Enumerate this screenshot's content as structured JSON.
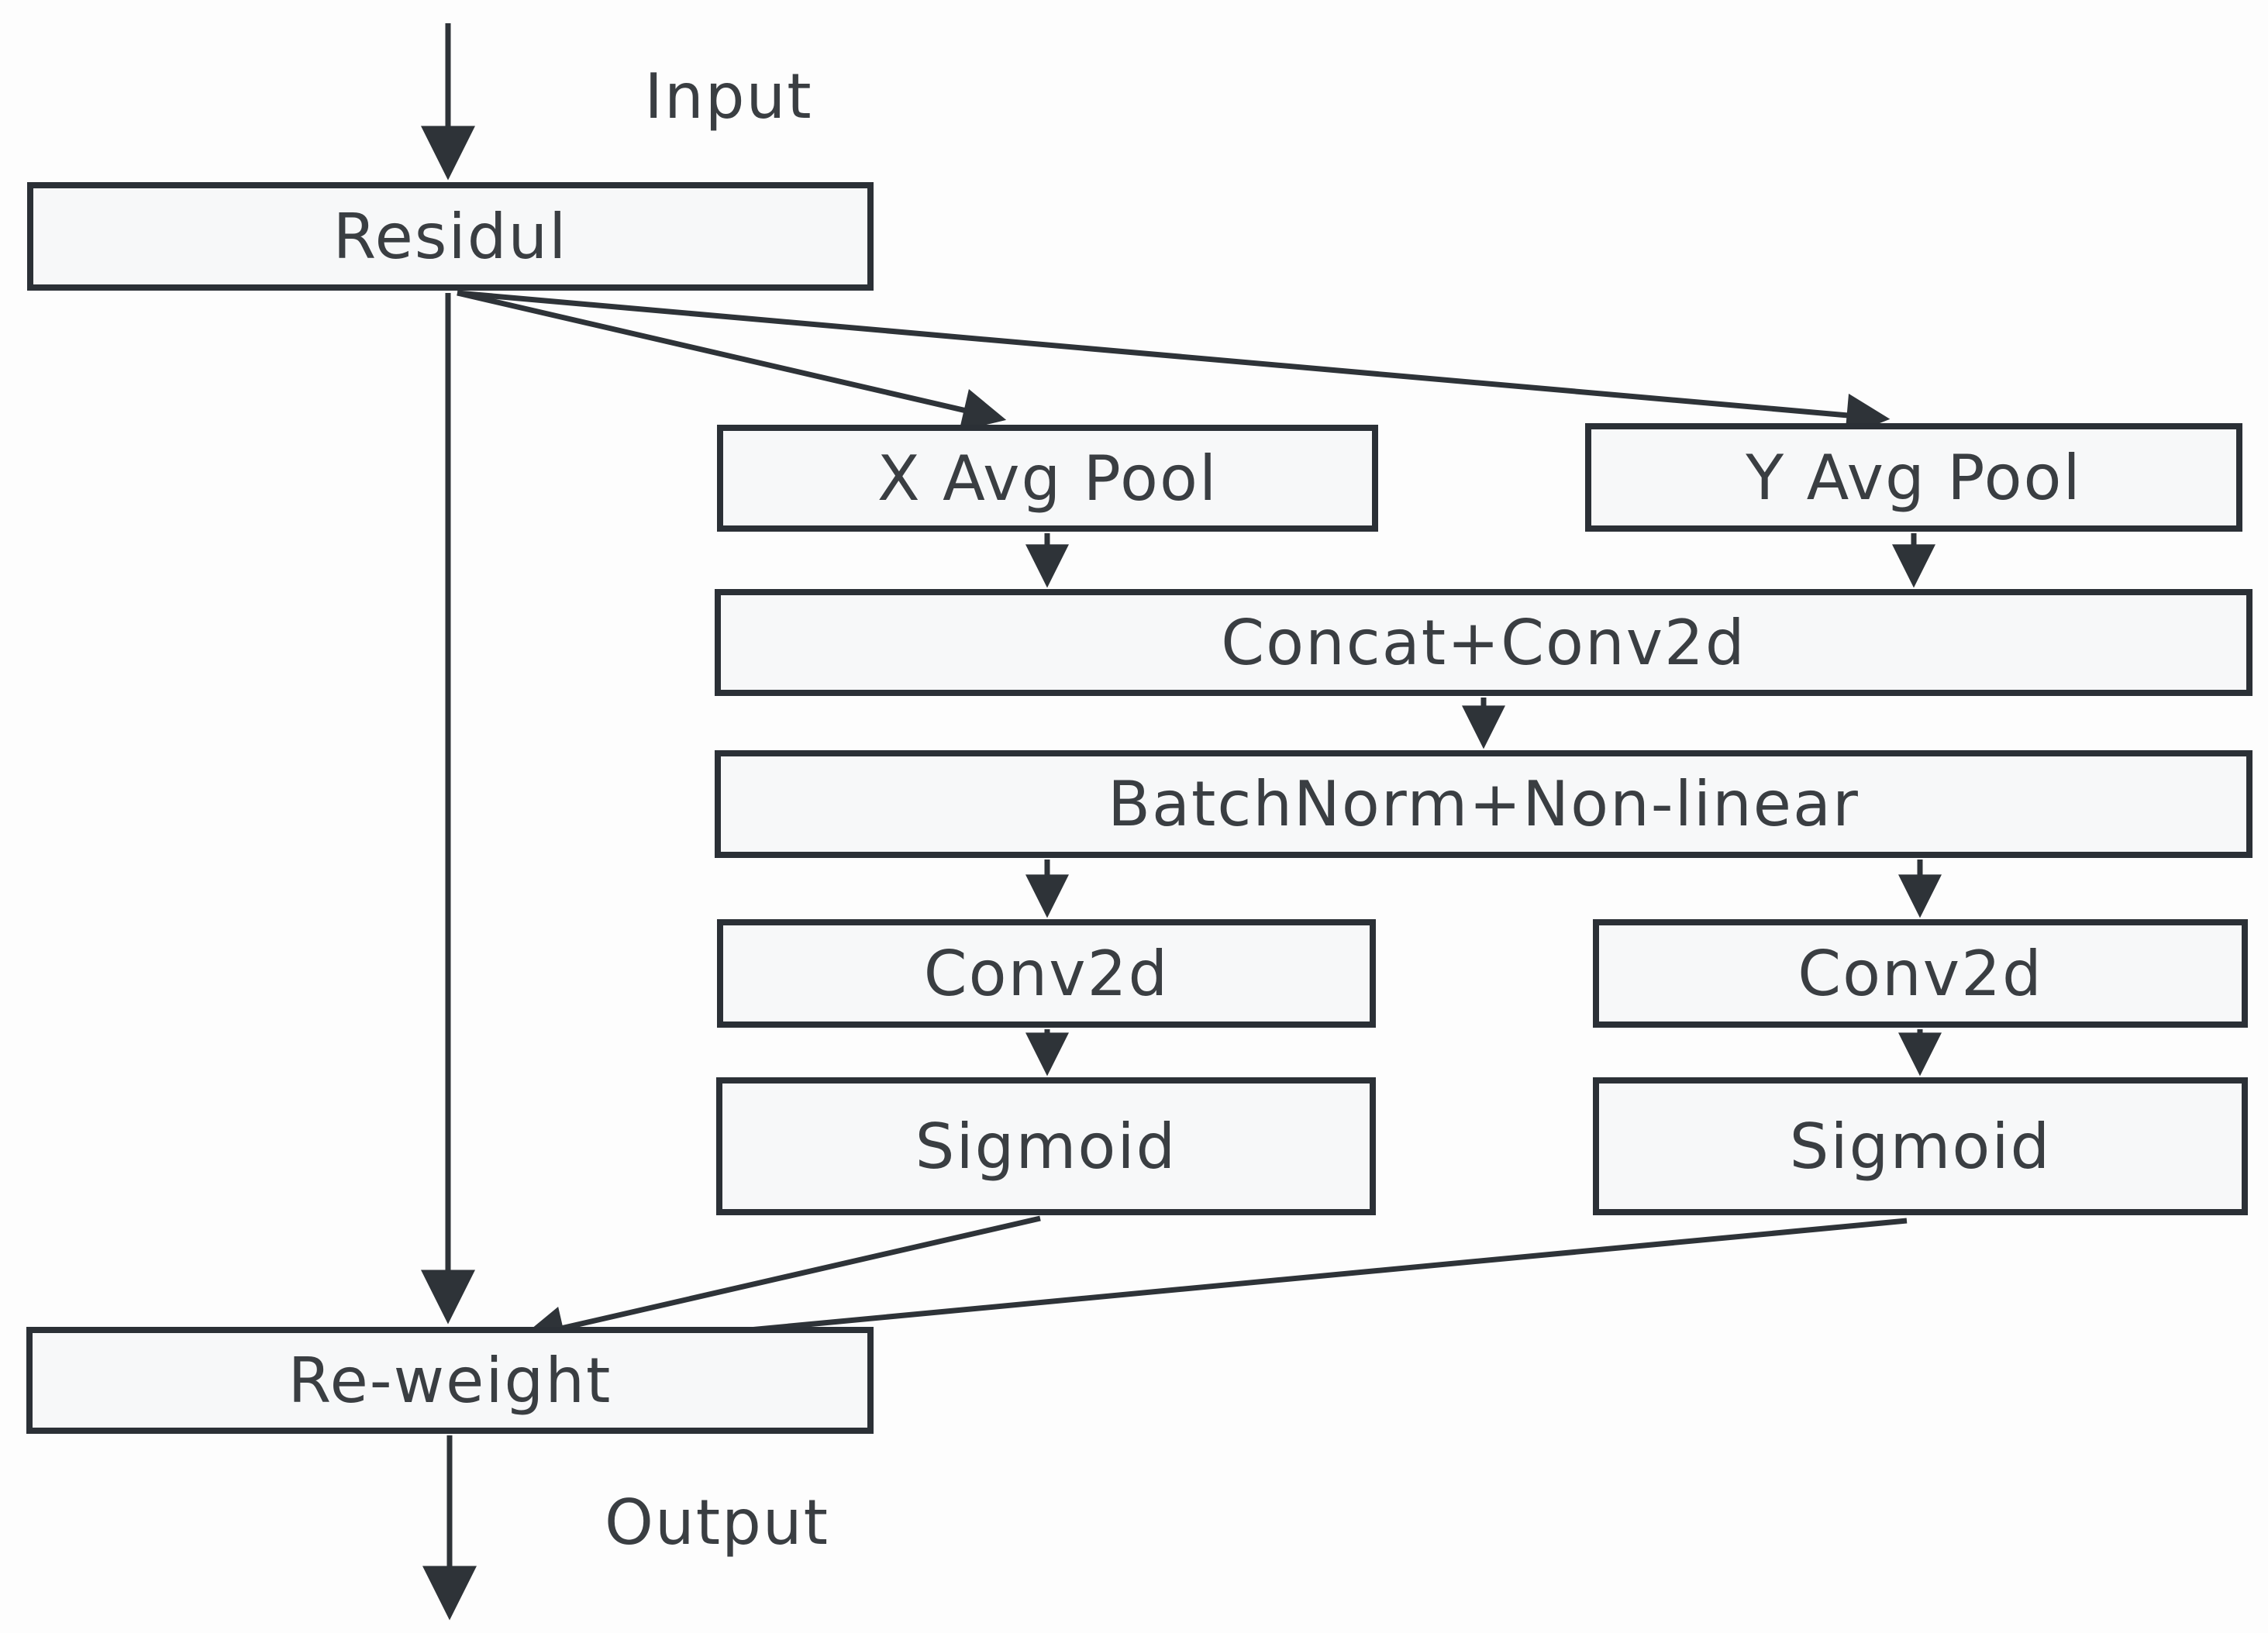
{
  "labels": {
    "input": "Input",
    "output": "Output"
  },
  "nodes": {
    "residual": {
      "label": "Residul"
    },
    "x_avg_pool": {
      "label": "X Avg Pool"
    },
    "y_avg_pool": {
      "label": "Y Avg Pool"
    },
    "concat_conv": {
      "label": "Concat+Conv2d"
    },
    "batchnorm": {
      "label": "BatchNorm+Non-linear"
    },
    "conv2d_left": {
      "label": "Conv2d"
    },
    "conv2d_right": {
      "label": "Conv2d"
    },
    "sigmoid_left": {
      "label": "Sigmoid"
    },
    "sigmoid_right": {
      "label": "Sigmoid"
    },
    "reweight": {
      "label": "Re-weight"
    }
  },
  "edges": [
    {
      "from": "input",
      "to": "residual"
    },
    {
      "from": "residual",
      "to": "x_avg_pool"
    },
    {
      "from": "residual",
      "to": "y_avg_pool"
    },
    {
      "from": "residual",
      "to": "reweight"
    },
    {
      "from": "x_avg_pool",
      "to": "concat_conv"
    },
    {
      "from": "y_avg_pool",
      "to": "concat_conv"
    },
    {
      "from": "concat_conv",
      "to": "batchnorm"
    },
    {
      "from": "batchnorm",
      "to": "conv2d_left"
    },
    {
      "from": "batchnorm",
      "to": "conv2d_right"
    },
    {
      "from": "conv2d_left",
      "to": "sigmoid_left"
    },
    {
      "from": "conv2d_right",
      "to": "sigmoid_right"
    },
    {
      "from": "sigmoid_left",
      "to": "reweight"
    },
    {
      "from": "sigmoid_right",
      "to": "reweight"
    },
    {
      "from": "reweight",
      "to": "output"
    }
  ],
  "colors": {
    "line": "#2e3338",
    "box_border": "#2b3036",
    "box_fill": "#f7f8f9",
    "text": "#3a3e42",
    "background": "#fdfdfd"
  }
}
